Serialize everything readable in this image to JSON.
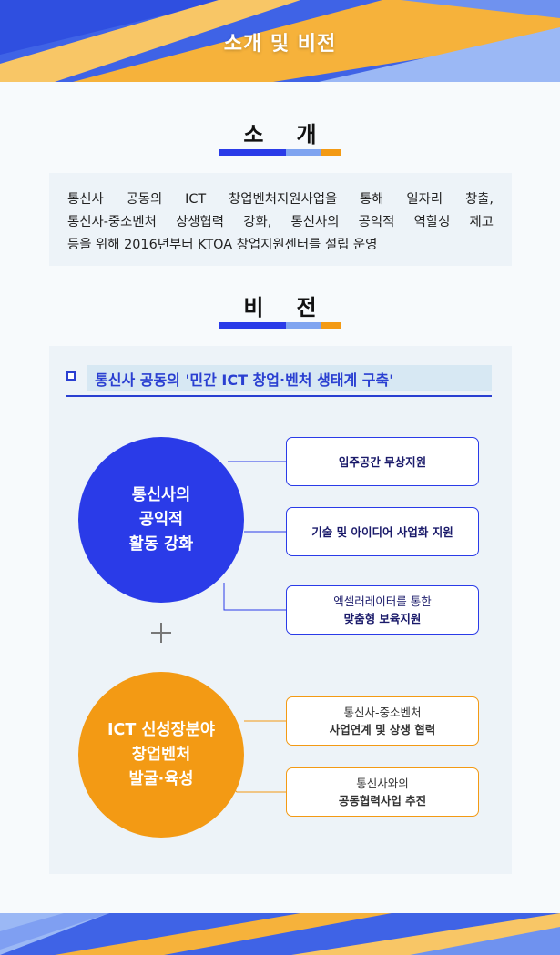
{
  "banner": {
    "title": "소개 및 비전"
  },
  "intro": {
    "heading": "소개",
    "lines": [
      "통신사 공동의 ICT 창업벤처지원사업을 통해 일자리 창출,",
      "통신사-중소벤처 상생협력 강화, 통신사의 공익적 역할성 제고",
      "등을 위해 2016년부터 KTOA 창업지원센터를 설립 운영"
    ]
  },
  "vision": {
    "heading": "비전",
    "banner_text": "통신사 공동의 '민간 ICT 창업·벤처 생태계 구축'",
    "blue_circle": {
      "lines": [
        "통신사의",
        "공익적",
        "활동 강화"
      ]
    },
    "blue_items": [
      {
        "line1": "입주공간 무상지원",
        "line2": ""
      },
      {
        "line1": "기술 및 아이디어 사업화 지원",
        "line2": ""
      },
      {
        "line1": "엑셀러레이터를 통한",
        "line2": "맞춤형 보육지원"
      }
    ],
    "orange_circle": {
      "lines": [
        "ICT 신성장분야",
        "창업벤처",
        "발굴·육성"
      ]
    },
    "orange_items": [
      {
        "line1": "통신사-중소벤처",
        "line2": "사업연계 및 상생 협력"
      },
      {
        "line1": "통신사와의",
        "line2": "공동협력사업 추진"
      }
    ]
  },
  "colors": {
    "blue": "#2a3be8",
    "orange": "#f39a14",
    "light_blue": "#7fa4f0",
    "panel": "#edf3f8"
  }
}
